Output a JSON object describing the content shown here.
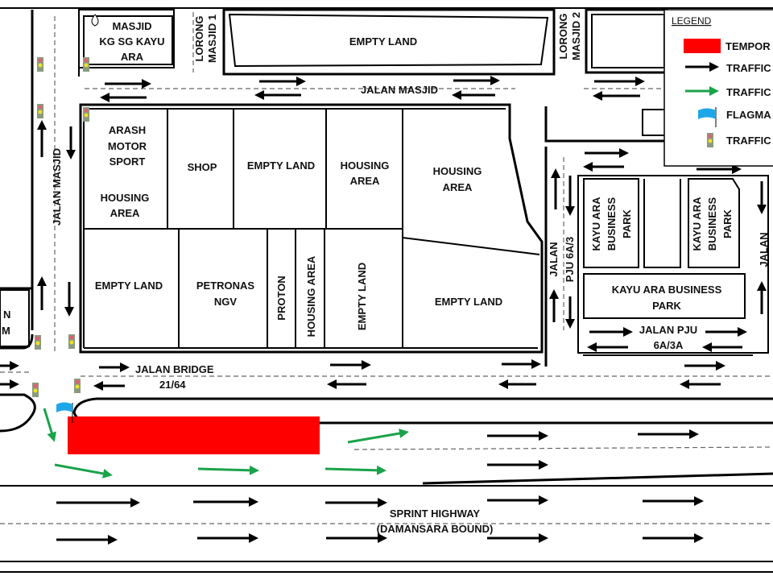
{
  "labels": {
    "masjid": [
      "MASJID",
      "KG SG KAYU",
      "ARA"
    ],
    "lorong1": [
      "LORONG",
      "MASJID 1"
    ],
    "lorong2": [
      "LORONG",
      "MASJID 2"
    ],
    "empty_land_top": "EMPTY LAND",
    "jalan_masjid_h": "JALAN MASJID",
    "jalan_masjid_v": "JALAN MASJID",
    "arash": [
      "ARASH",
      "MOTOR",
      "SPORT"
    ],
    "housing1": [
      "HOUSING",
      "AREA"
    ],
    "shop": "SHOP",
    "empty_land_2": "EMPTY LAND",
    "housing2": [
      "HOUSING",
      "AREA"
    ],
    "housing3": [
      "HOUSING",
      "AREA"
    ],
    "empty_land_3": "EMPTY LAND",
    "petronas": [
      "PETRONAS",
      "NGV"
    ],
    "proton": "PROTON",
    "housing_v": "HOUSING AREA",
    "empty_land_v": "EMPTY LAND",
    "empty_land_4": "EMPTY LAND",
    "jalan_pju_6a3": [
      "JALAN",
      "PJU 6A/3"
    ],
    "kayu_ara_bp1": [
      "KAYU ARA",
      "BUSINESS",
      "PARK"
    ],
    "kayu_ara_bp2": [
      "KAYU ARA",
      "BUSINESS",
      "PARK"
    ],
    "kayu_ara_bp3": [
      "KAYU ARA BUSINESS",
      "PARK"
    ],
    "jalan_right": "JALAN",
    "jalan_pju_6a3a": [
      "JALAN PJU",
      "6A/3A"
    ],
    "jalan_bridge": [
      "JALAN BRIDGE",
      "21/64"
    ],
    "left_block": [
      "N",
      "M"
    ],
    "sprint": [
      "SPRINT HIGHWAY",
      "(DAMANSARA BOUND)"
    ]
  },
  "legend": {
    "title": "LEGEND",
    "items": [
      {
        "label": "TEMPOR",
        "icon": "red-block"
      },
      {
        "label": "TRAFFIC",
        "icon": "black-arrow"
      },
      {
        "label": "TRAFFIC",
        "icon": "green-arrow"
      },
      {
        "label": "FLAGMA",
        "icon": "flag"
      },
      {
        "label": "TRAFFIC",
        "icon": "traffic-light"
      }
    ]
  },
  "colors": {
    "closure": "#ff0000",
    "diversion": "#1aa34a",
    "flag": "#1ea7e8",
    "traffic": "#000000"
  }
}
